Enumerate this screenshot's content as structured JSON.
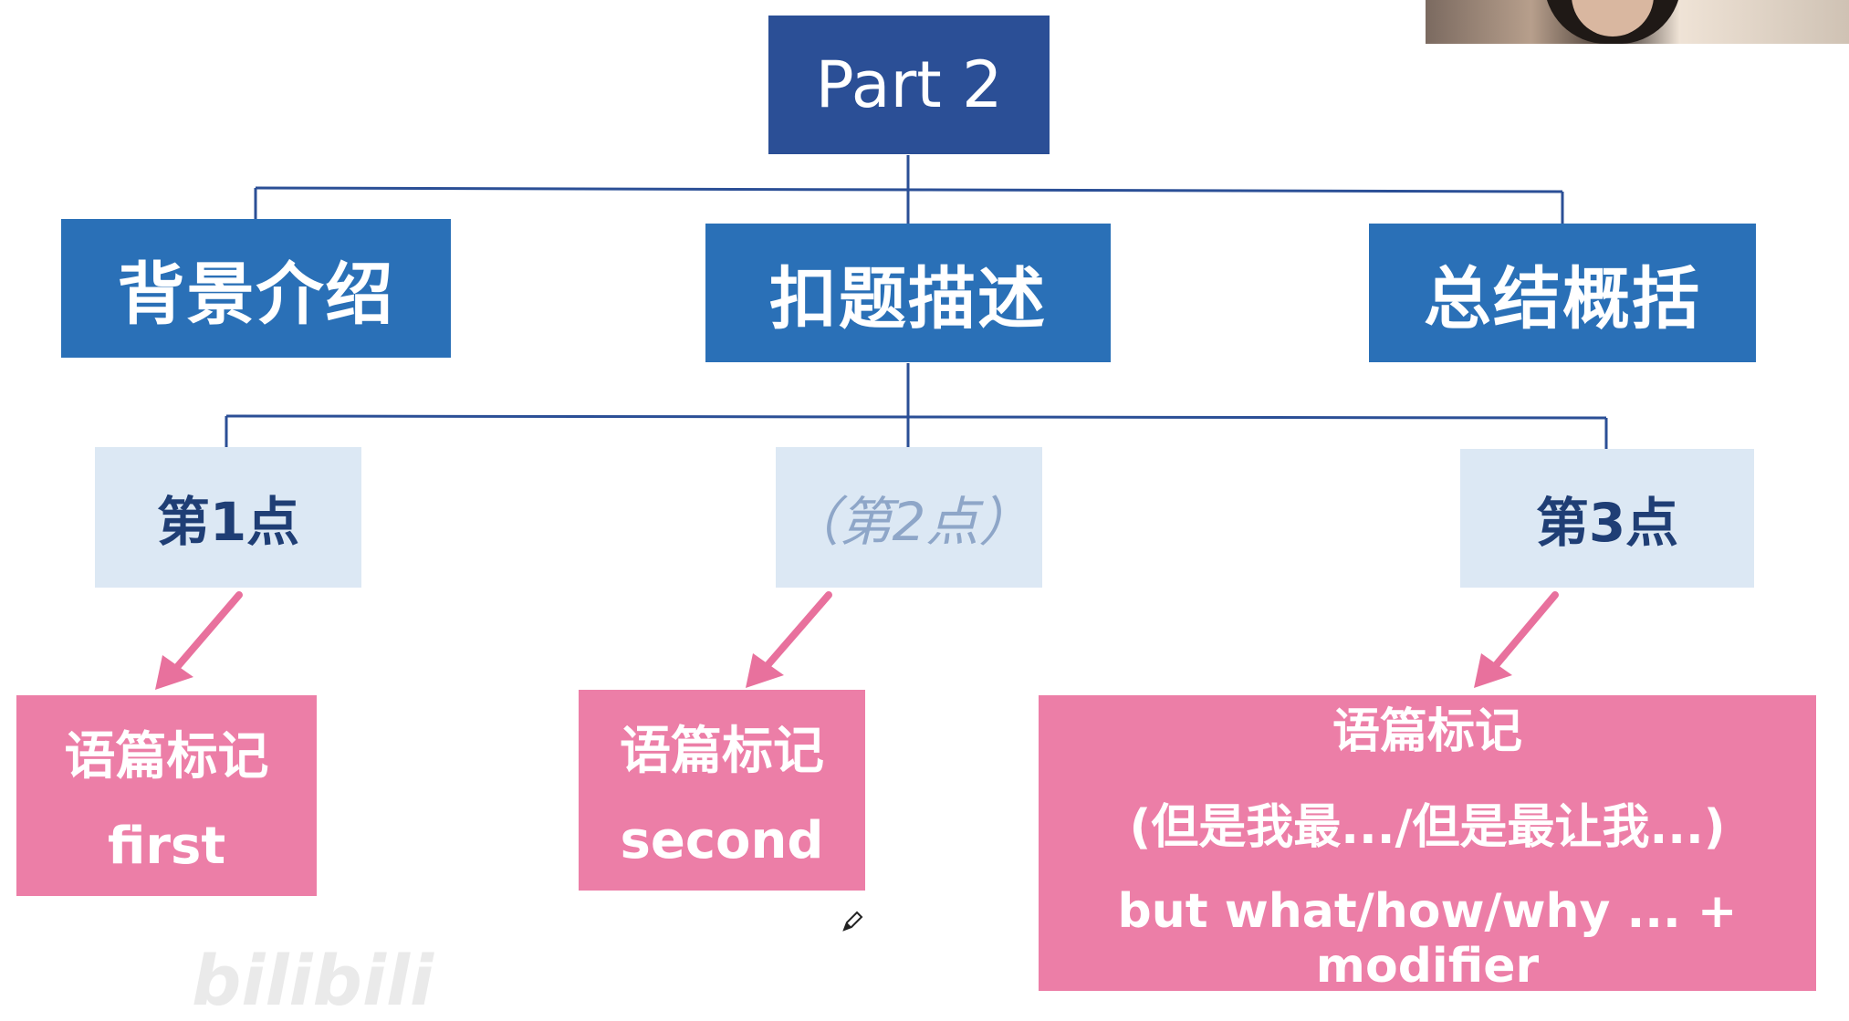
{
  "root": {
    "label": "Part 2"
  },
  "sections": [
    {
      "label": "背景介绍"
    },
    {
      "label": "扣题描述"
    },
    {
      "label": "总结概括"
    }
  ],
  "points": [
    {
      "label": "第1点"
    },
    {
      "label": "（第2点）"
    },
    {
      "label": "第3点"
    }
  ],
  "markers": [
    {
      "line1": "语篇标记",
      "line2": "first"
    },
    {
      "line1": "语篇标记",
      "line2": "second"
    },
    {
      "line1": "语篇标记",
      "line2": "(但是我最.../但是最让我...)",
      "line3": "but what/how/why ... + modifier"
    }
  ],
  "colors": {
    "root": "#2b4f96",
    "section": "#2a70b7",
    "point": "#dce8f4",
    "marker": "#ec7ea7",
    "arrow": "#e8719d",
    "connector": "#2b4f96"
  },
  "icons": {
    "pencil": "pencil-icon"
  },
  "watermark": "bilibili"
}
